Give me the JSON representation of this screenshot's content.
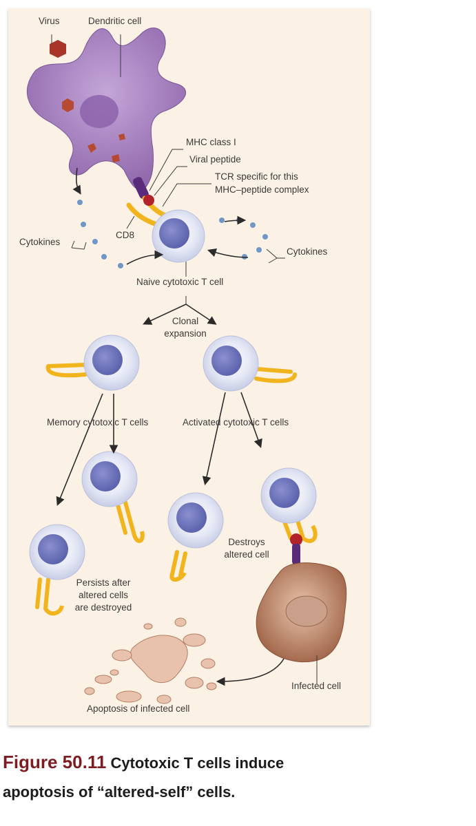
{
  "labels": {
    "virus": "Virus",
    "dendritic_cell": "Dendritic cell",
    "mhc_class_i": "MHC class I",
    "viral_peptide": "Viral peptide",
    "tcr_line1": "TCR specific for this",
    "tcr_line2": "MHC–peptide complex",
    "cd8": "CD8",
    "cytokines_left": "Cytokines",
    "cytokines_right": "Cytokines",
    "naive_cell": "Naive cytotoxic T cell",
    "clonal_line1": "Clonal",
    "clonal_line2": "expansion",
    "memory_cells": "Memory cytotoxic T cells",
    "activated_cells": "Activated cytotoxic T cells",
    "destroys_line1": "Destroys",
    "destroys_line2": "altered cell",
    "persists_line1": "Persists after",
    "persists_line2": "altered cells",
    "persists_line3": "are destroyed",
    "infected_cell": "Infected cell",
    "apoptosis": "Apoptosis of infected cell"
  },
  "caption": {
    "figure_number": "Figure 50.11",
    "text_line1": "Cytotoxic T cells induce",
    "text_line2": "apoptosis of “altered-self” cells."
  },
  "colors": {
    "background_panel": "#fbf1e4",
    "dendritic": "#a37bbf",
    "t_cell_body": "#e3e7f4",
    "t_cell_nucleus": "#6d73bd",
    "receptor": "#f2b41c",
    "mhc": "#5a2b7a",
    "virus": "#a8342a",
    "infected_cell": "#b88064",
    "caption_figure": "#7d1d22"
  }
}
